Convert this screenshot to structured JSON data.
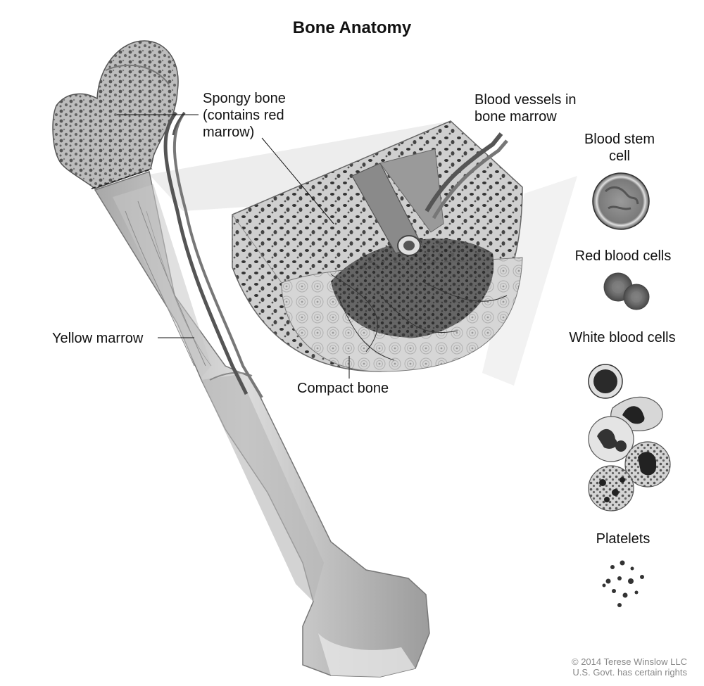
{
  "title": "Bone Anatomy",
  "labels": {
    "spongy_bone": "Spongy bone\n(contains red\nmarrow)",
    "blood_vessels": "Blood vessels in\nbone marrow",
    "yellow_marrow": "Yellow marrow",
    "compact_bone": "Compact bone",
    "blood_stem_cell": "Blood stem\ncell",
    "red_blood_cells": "Red blood cells",
    "white_blood_cells": "White blood cells",
    "platelets": "Platelets"
  },
  "credit": "© 2014 Terese Winslow LLC\nU.S. Govt. has certain rights"
}
